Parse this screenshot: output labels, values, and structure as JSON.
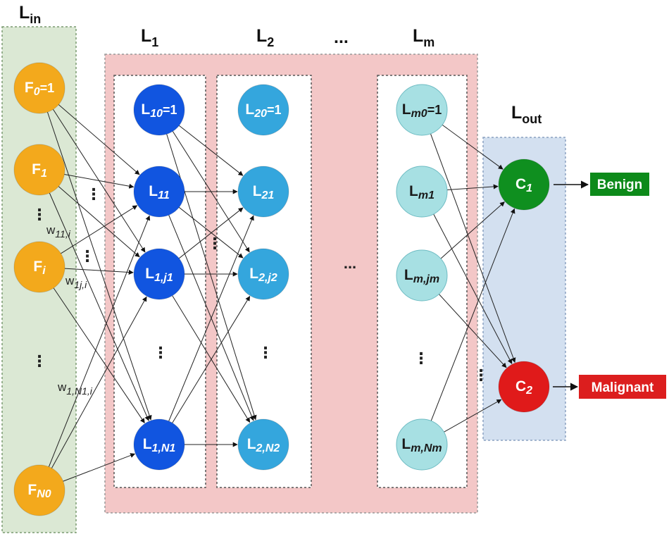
{
  "layers": {
    "input": {
      "main": "L",
      "sub": "in"
    },
    "l1": {
      "main": "L",
      "sub": "1"
    },
    "l2": {
      "main": "L",
      "sub": "2"
    },
    "gap": "...",
    "lm": {
      "main": "L",
      "sub": "m"
    },
    "output": {
      "main": "L",
      "sub": "out"
    }
  },
  "nodes": {
    "f0": {
      "main": "F",
      "sub": "0",
      "tail": "=1"
    },
    "f1": {
      "main": "F",
      "sub": "1",
      "tail": ""
    },
    "fi": {
      "main": "F",
      "sub": "i",
      "tail": ""
    },
    "fn0": {
      "main": "F",
      "sub": "N0",
      "tail": ""
    },
    "l10": {
      "main": "L",
      "sub": "10",
      "tail": "=1"
    },
    "l11": {
      "main": "L",
      "sub": "11",
      "tail": ""
    },
    "l1j1": {
      "main": "L",
      "sub": "1,j1",
      "tail": ""
    },
    "l1n1": {
      "main": "L",
      "sub": "1,N1",
      "tail": ""
    },
    "l20": {
      "main": "L",
      "sub": "20",
      "tail": "=1"
    },
    "l21": {
      "main": "L",
      "sub": "21",
      "tail": ""
    },
    "l2j2": {
      "main": "L",
      "sub": "2,j2",
      "tail": ""
    },
    "l2n2": {
      "main": "L",
      "sub": "2,N2",
      "tail": ""
    },
    "lm0": {
      "main": "L",
      "sub": "m0",
      "tail": "=1"
    },
    "lm1": {
      "main": "L",
      "sub": "m1",
      "tail": ""
    },
    "lmjm": {
      "main": "L",
      "sub": "m,jm",
      "tail": ""
    },
    "lmnm": {
      "main": "L",
      "sub": "m,Nm",
      "tail": ""
    },
    "c1": {
      "main": "C",
      "sub": "1",
      "tail": ""
    },
    "c2": {
      "main": "C",
      "sub": "2",
      "tail": ""
    }
  },
  "weights": {
    "w11": {
      "main": "w",
      "sub": "11,i"
    },
    "w1j": {
      "main": "w",
      "sub": "1j,i"
    },
    "w1n1": {
      "main": "w",
      "sub": "1,N1,i"
    }
  },
  "ellipsis_vertical": "⋮",
  "ellipsis_horizontal": "...",
  "outputs": {
    "benign": "Benign",
    "malignant": "Malignant"
  },
  "colors": {
    "input_panel": "#dbe8d4",
    "hidden_panel": "#f3c7c7",
    "output_panel": "#d3e0f0",
    "input_node": "#f3a91c",
    "l1_node": "#1155e0",
    "l2_node": "#34a6dd",
    "lm_node": "#a7e0e3",
    "c1_node": "#0f8f1f",
    "c2_node": "#e01a1a",
    "benign_box": "#0d8a1a",
    "malignant_box": "#dc1e1e"
  }
}
